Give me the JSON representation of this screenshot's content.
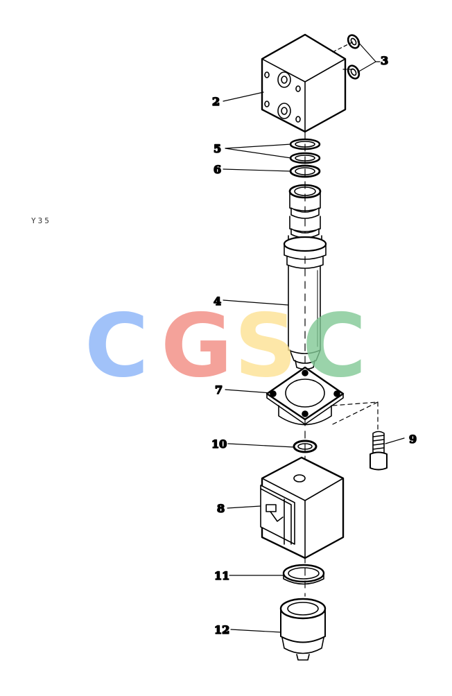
{
  "drawing_code": "Y35",
  "watermark": {
    "letters": [
      {
        "char": "C",
        "color": "#8ab4f8"
      },
      {
        "char": "G",
        "color": "#f28b82"
      },
      {
        "char": "S",
        "color": "#fde293"
      },
      {
        "char": "C",
        "color": "#81c995"
      }
    ]
  },
  "callouts": {
    "c2": "2",
    "c3": "3",
    "c4": "4",
    "c5": "5",
    "c6": "6",
    "c7": "7",
    "c8": "8",
    "c9": "9",
    "c10": "10",
    "c11": "11",
    "c12": "12"
  }
}
